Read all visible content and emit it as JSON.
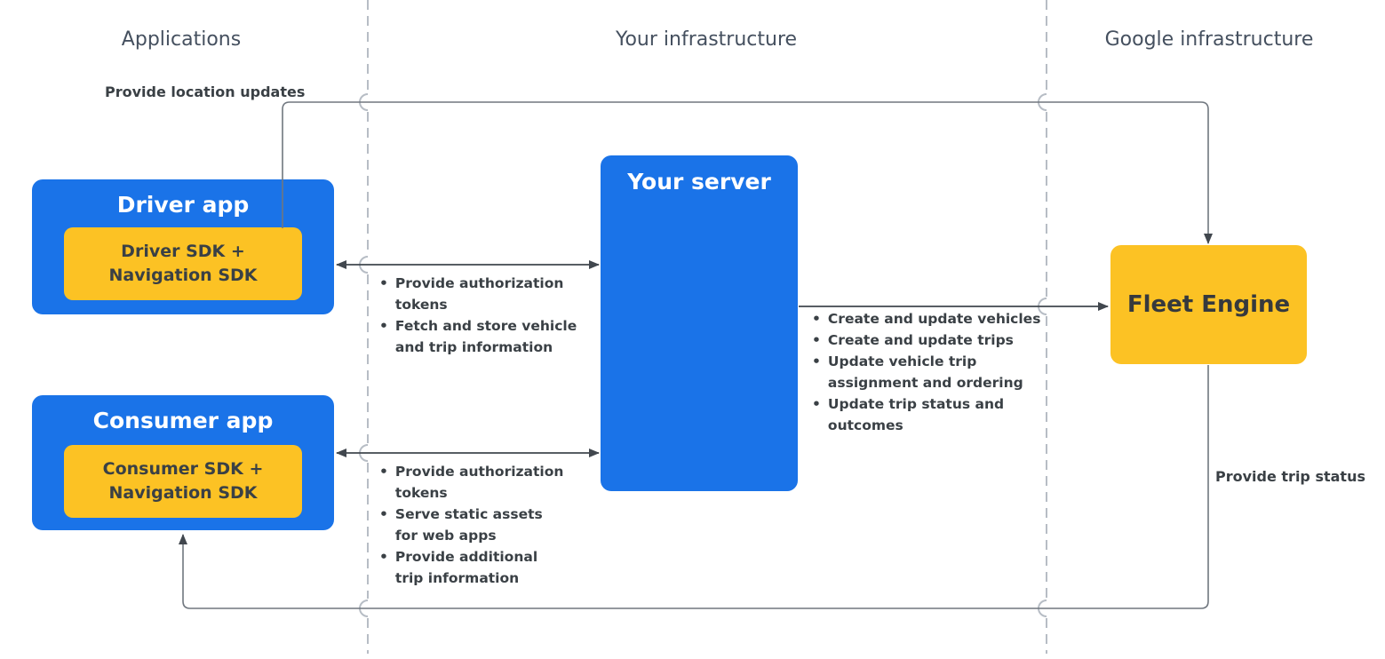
{
  "columns": [
    {
      "label": "Applications"
    },
    {
      "label": "Your infrastructure"
    },
    {
      "label": "Google infrastructure"
    }
  ],
  "nodes": {
    "driver_app": {
      "title": "Driver app",
      "sdk": "Driver SDK +\nNavigation SDK"
    },
    "consumer_app": {
      "title": "Consumer app",
      "sdk": "Consumer SDK +\nNavigation SDK"
    },
    "your_server": {
      "title": "Your server"
    },
    "fleet_engine": {
      "title": "Fleet Engine"
    }
  },
  "edges": {
    "location_updates": {
      "label": "Provide location updates"
    },
    "trip_status": {
      "label": "Provide trip status"
    },
    "driver_server": {
      "items": [
        "Provide authorization\ntokens",
        "Fetch and store vehicle\nand trip information"
      ]
    },
    "consumer_server": {
      "items": [
        "Provide authorization\ntokens",
        "Serve static assets\nfor web apps",
        "Provide additional\ntrip information"
      ]
    },
    "server_fleet": {
      "items": [
        "Create and update vehicles",
        "Create and update trips",
        "Update vehicle trip\nassignment and ordering",
        "Update trip status and\noutcomes"
      ]
    }
  },
  "colors": {
    "blue": "#1A73E8",
    "yellow": "#FCC224",
    "text_dark": "#3A4045",
    "heading": "#45505F",
    "line": "#70777F",
    "arrow": "#41474E",
    "dashed": "#B7BDC5"
  }
}
